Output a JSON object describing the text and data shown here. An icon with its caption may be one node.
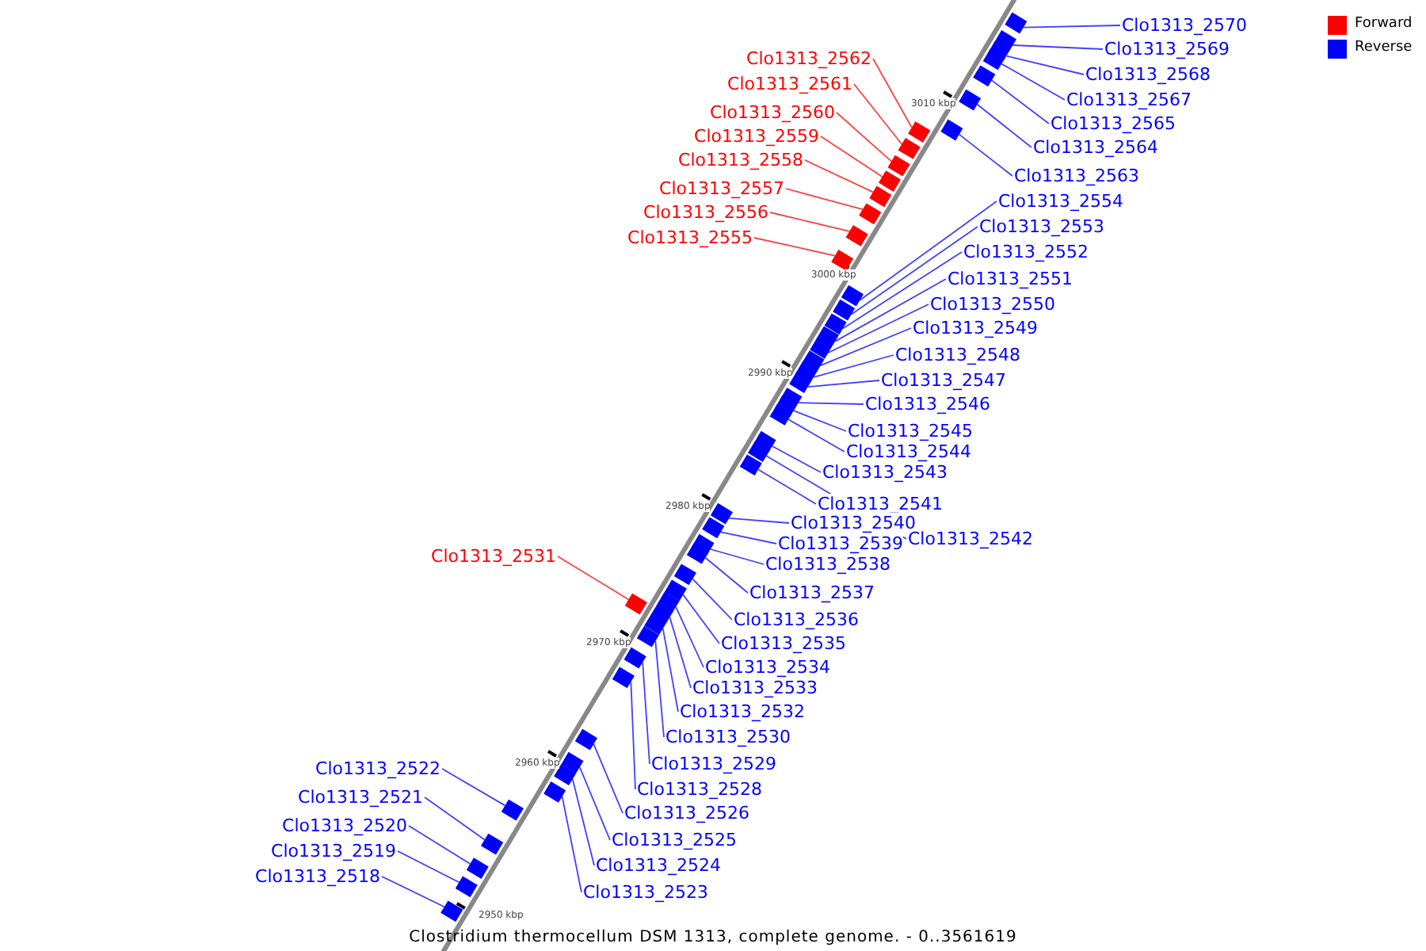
{
  "diagram": {
    "caption": "Clostridium thermocellum DSM 1313, complete genome. - 0..3561619",
    "nodes": [
      {
        "text": [
          "Clo1313_2570"
        ]
      },
      {
        "text": [
          "Clo1313_2569"
        ]
      },
      {
        "text": [
          "Clo1313_2562"
        ]
      },
      {
        "text": [
          "Clo1313_2568"
        ]
      },
      {
        "text": [
          "Clo1313_2561"
        ]
      },
      {
        "text": [
          "Clo1313_2567"
        ]
      },
      {
        "text": [
          "Clo1313_2560"
        ]
      },
      {
        "text": [
          "Clo1313_2565"
        ]
      },
      {
        "text": [
          "Clo1313_2559"
        ]
      },
      {
        "text": [
          "Clo1313_2564"
        ]
      },
      {
        "text": [
          "Clo1313_2558"
        ]
      },
      {
        "text": [
          "Clo1313_2563"
        ]
      },
      {
        "text": [
          "Clo1313_2557"
        ]
      },
      {
        "text": [
          "Clo1313_2554"
        ]
      },
      {
        "text": [
          "Clo1313_2556"
        ]
      },
      {
        "text": [
          "Clo1313_2553"
        ]
      },
      {
        "text": [
          "Clo1313_2555"
        ]
      },
      {
        "text": [
          "Clo1313_2552"
        ]
      },
      {
        "text": [
          "Clo1313_2551"
        ]
      },
      {
        "text": [
          "Clo1313_2550"
        ]
      },
      {
        "text": [
          "Clo1313_2549"
        ]
      },
      {
        "text": [
          "Clo1313_2548"
        ]
      },
      {
        "text": [
          "Clo1313_2547"
        ]
      },
      {
        "text": [
          "Clo1313_2546"
        ]
      },
      {
        "text": [
          "Clo1313_2545"
        ]
      },
      {
        "text": [
          "Clo1313_2544"
        ]
      },
      {
        "text": [
          "Clo1313_2543"
        ]
      },
      {
        "text": [
          "Clo1313_2541"
        ]
      },
      {
        "text": [
          "Clo1313_2540"
        ]
      },
      {
        "text": [
          "Clo1313_2542"
        ]
      },
      {
        "text": [
          "Clo1313_2539"
        ]
      },
      {
        "text": [
          "Clo1313_2531"
        ]
      },
      {
        "text": [
          "Clo1313_2538"
        ]
      },
      {
        "text": [
          "Clo1313_2537"
        ]
      },
      {
        "text": [
          "Clo1313_2536"
        ]
      },
      {
        "text": [
          "Clo1313_2535"
        ]
      },
      {
        "text": [
          "Clo1313_2534"
        ]
      },
      {
        "text": [
          "Clo1313_2533"
        ]
      },
      {
        "text": [
          "Clo1313_2532"
        ]
      },
      {
        "text": [
          "Clo1313_2530"
        ]
      },
      {
        "text": [
          "Clo1313_2529"
        ]
      },
      {
        "text": [
          "Clo1313_2522"
        ]
      },
      {
        "text": [
          "Clo1313_2528"
        ]
      },
      {
        "text": [
          "Clo1313_2521"
        ]
      },
      {
        "text": [
          "Clo1313_2526"
        ]
      },
      {
        "text": [
          "Clo1313_2520"
        ]
      },
      {
        "text": [
          "Clo1313_2525"
        ]
      },
      {
        "text": [
          "Clo1313_2519"
        ]
      },
      {
        "text": [
          "Clo1313_2524"
        ]
      },
      {
        "text": [
          "Clo1313_2518"
        ]
      },
      {
        "text": [
          "Clo1313_2523"
        ]
      },
      {
        "text": [],
        "shape": "bar"
      },
      {
        "text": [],
        "shape": "bar"
      },
      {
        "text": [],
        "shape": "bar"
      },
      {
        "text": [],
        "shape": "bar"
      },
      {
        "text": [],
        "shape": "bar"
      },
      {
        "text": [],
        "shape": "bar"
      },
      {
        "text": [],
        "shape": "bar"
      },
      {
        "text": [],
        "shape": "bar"
      },
      {
        "text": [],
        "shape": "bar"
      },
      {
        "text": [],
        "shape": "bar"
      },
      {
        "text": [],
        "shape": "bar"
      },
      {
        "text": [],
        "shape": "bar"
      },
      {
        "text": [],
        "shape": "bar"
      },
      {
        "text": [],
        "shape": "bar"
      },
      {
        "text": [],
        "shape": "bar"
      },
      {
        "text": [],
        "shape": "bar"
      },
      {
        "text": [],
        "shape": "bar"
      },
      {
        "text": [],
        "shape": "bar"
      },
      {
        "text": [],
        "shape": "bar"
      },
      {
        "text": [],
        "shape": "bar"
      },
      {
        "text": [],
        "shape": "bar"
      },
      {
        "text": [],
        "shape": "bar"
      },
      {
        "text": [],
        "shape": "bar"
      },
      {
        "text": [],
        "shape": "bar"
      },
      {
        "text": [],
        "shape": "bar"
      },
      {
        "text": [],
        "shape": "bar"
      },
      {
        "text": [],
        "shape": "bar"
      },
      {
        "text": [],
        "shape": "bar"
      },
      {
        "text": [],
        "shape": "bar"
      },
      {
        "text": [],
        "shape": "bar"
      },
      {
        "text": [],
        "shape": "bar"
      },
      {
        "text": [],
        "shape": "bar"
      },
      {
        "text": [],
        "shape": "bar"
      },
      {
        "text": [],
        "shape": "bar"
      },
      {
        "text": [],
        "shape": "bar"
      },
      {
        "text": [],
        "shape": "bar"
      },
      {
        "text": [],
        "shape": "bar"
      },
      {
        "text": [],
        "shape": "bar"
      },
      {
        "text": [],
        "shape": "bar"
      },
      {
        "text": [],
        "shape": "bar"
      },
      {
        "text": [],
        "shape": "bar"
      },
      {
        "text": [],
        "shape": "bar"
      },
      {
        "text": [],
        "shape": "bar"
      },
      {
        "text": [],
        "shape": "bar"
      },
      {
        "text": [],
        "shape": "bar"
      },
      {
        "text": [],
        "shape": "bar"
      },
      {
        "text": [],
        "shape": "bar"
      },
      {
        "text": [],
        "shape": "bar"
      },
      {
        "text": [],
        "shape": "bar"
      },
      {
        "text": [],
        "shape": "bar"
      },
      {
        "text": [],
        "shape": "bar"
      }
    ],
    "edges": [
      {
        "from": 0,
        "to": 51,
        "arrow": "none"
      },
      {
        "from": 1,
        "to": 52,
        "arrow": "none"
      },
      {
        "from": 2,
        "to": 58,
        "arrow": "none",
        "color": "#ff0000"
      },
      {
        "from": 3,
        "to": 53,
        "arrow": "none"
      },
      {
        "from": 4,
        "to": 59,
        "arrow": "none",
        "color": "#ff0000"
      },
      {
        "from": 5,
        "to": 54,
        "arrow": "none"
      },
      {
        "from": 6,
        "to": 60,
        "arrow": "none",
        "color": "#ff0000"
      },
      {
        "from": 7,
        "to": 55,
        "arrow": "none"
      },
      {
        "from": 8,
        "to": 61,
        "arrow": "none",
        "color": "#ff0000"
      },
      {
        "from": 9,
        "to": 56,
        "arrow": "none"
      },
      {
        "from": 10,
        "to": 62,
        "arrow": "none",
        "color": "#ff0000"
      },
      {
        "from": 11,
        "to": 57,
        "arrow": "none"
      },
      {
        "from": 12,
        "to": 63,
        "arrow": "none",
        "color": "#ff0000"
      },
      {
        "from": 13,
        "to": 66,
        "arrow": "none"
      },
      {
        "from": 14,
        "to": 64,
        "arrow": "none",
        "color": "#ff0000"
      },
      {
        "from": 15,
        "to": 67,
        "arrow": "none"
      },
      {
        "from": 16,
        "to": 65,
        "arrow": "none",
        "color": "#ff0000"
      },
      {
        "from": 17,
        "to": 68,
        "arrow": "none"
      },
      {
        "from": 18,
        "to": 69,
        "arrow": "none"
      },
      {
        "from": 19,
        "to": 70,
        "arrow": "none"
      },
      {
        "from": 20,
        "to": 71,
        "arrow": "none"
      },
      {
        "from": 21,
        "to": 72,
        "arrow": "none"
      },
      {
        "from": 22,
        "to": 73,
        "arrow": "none"
      },
      {
        "from": 23,
        "to": 74,
        "arrow": "none"
      },
      {
        "from": 24,
        "to": 75,
        "arrow": "none"
      },
      {
        "from": 25,
        "to": 76,
        "arrow": "none"
      },
      {
        "from": 26,
        "to": 77,
        "arrow": "none"
      },
      {
        "from": 27,
        "to": 79,
        "arrow": "none"
      },
      {
        "from": 28,
        "to": 80,
        "arrow": "none"
      },
      {
        "from": 29,
        "to": 78,
        "arrow": "none"
      },
      {
        "from": 30,
        "to": 81,
        "arrow": "none"
      },
      {
        "from": 31,
        "to": 88,
        "arrow": "none",
        "color": "#ff0000"
      },
      {
        "from": 32,
        "to": 82,
        "arrow": "none"
      },
      {
        "from": 33,
        "to": 83,
        "arrow": "none"
      },
      {
        "from": 34,
        "to": 84,
        "arrow": "none"
      },
      {
        "from": 35,
        "to": 85,
        "arrow": "none"
      },
      {
        "from": 36,
        "to": 86,
        "arrow": "none"
      },
      {
        "from": 37,
        "to": 87,
        "arrow": "none"
      },
      {
        "from": 38,
        "to": 89,
        "arrow": "none"
      },
      {
        "from": 39,
        "to": 90,
        "arrow": "none"
      },
      {
        "from": 40,
        "to": 91,
        "arrow": "none"
      },
      {
        "from": 41,
        "to": 97,
        "arrow": "none"
      },
      {
        "from": 42,
        "to": 92,
        "arrow": "none"
      },
      {
        "from": 43,
        "to": 98,
        "arrow": "none"
      },
      {
        "from": 44,
        "to": 93,
        "arrow": "none"
      },
      {
        "from": 45,
        "to": 99,
        "arrow": "none"
      },
      {
        "from": 46,
        "to": 94,
        "arrow": "none"
      },
      {
        "from": 47,
        "to": 100,
        "arrow": "none"
      },
      {
        "from": 48,
        "to": 95,
        "arrow": "none"
      },
      {
        "from": 49,
        "to": 101,
        "arrow": "none"
      },
      {
        "from": 50,
        "to": 96,
        "arrow": "none"
      }
    ],
    "labels": [
      "3010 kbp",
      "3000 kbp",
      "2990 kbp",
      "2980 kbp",
      "2970 kbp",
      "2960 kbp",
      "2950 kbp"
    ],
    "legend": [
      {
        "text": "Forward",
        "color": "#ff0000"
      },
      {
        "text": "Reverse",
        "color": "#0000ff"
      }
    ]
  }
}
